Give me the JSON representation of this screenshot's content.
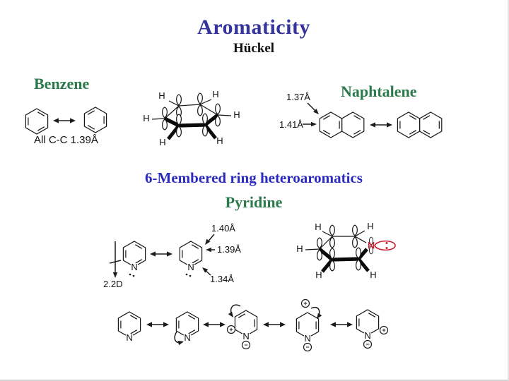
{
  "slide": {
    "title": "Aromaticity",
    "subtitle": "Hückel"
  },
  "benzene": {
    "heading": "Benzene",
    "caption": "All C-C 1.39Å"
  },
  "naphtalene": {
    "heading": "Naphtalene",
    "bond_top": "1.37Å",
    "bond_side": "1.41Å"
  },
  "section": {
    "heading": "6-Membered ring heteroaromatics",
    "subheading": "Pyridine"
  },
  "pyridine": {
    "dipole_moment": "2.2D",
    "bond_top": "1.40Å",
    "bond_mid": "1.39Å",
    "bond_low": "1.34Å"
  },
  "atoms": {
    "hydrogen": "H",
    "nitrogen": "N"
  },
  "charges": {
    "plus": "+",
    "minus": "−"
  },
  "colors": {
    "title_blue": "#34349c",
    "section_blue": "#2a2ac0",
    "heading_green": "#2c7a4b",
    "nitrogen_red": "#cc2130"
  }
}
